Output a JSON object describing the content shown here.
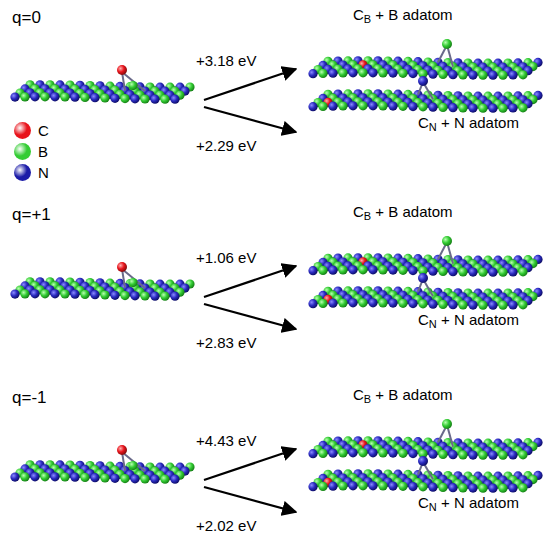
{
  "diagram": {
    "labels": [
      "q=0",
      "+3.18 eV",
      "CB + B adatom",
      "+2.29 eV",
      "CN + N adatom",
      "q=+1",
      "+1.06 eV",
      "CB + B adatom",
      "+2.83 eV",
      "CN + N adatom",
      "q=-1",
      "+4.43 eV",
      "CB + B adatom",
      "+2.02 eV",
      "CN + N adatom"
    ],
    "legend": [
      {
        "text": "C",
        "color": "#e8141c"
      },
      {
        "text": "B",
        "color": "#33cc33"
      },
      {
        "text": "N",
        "color": "#1c1ca8"
      }
    ]
  }
}
